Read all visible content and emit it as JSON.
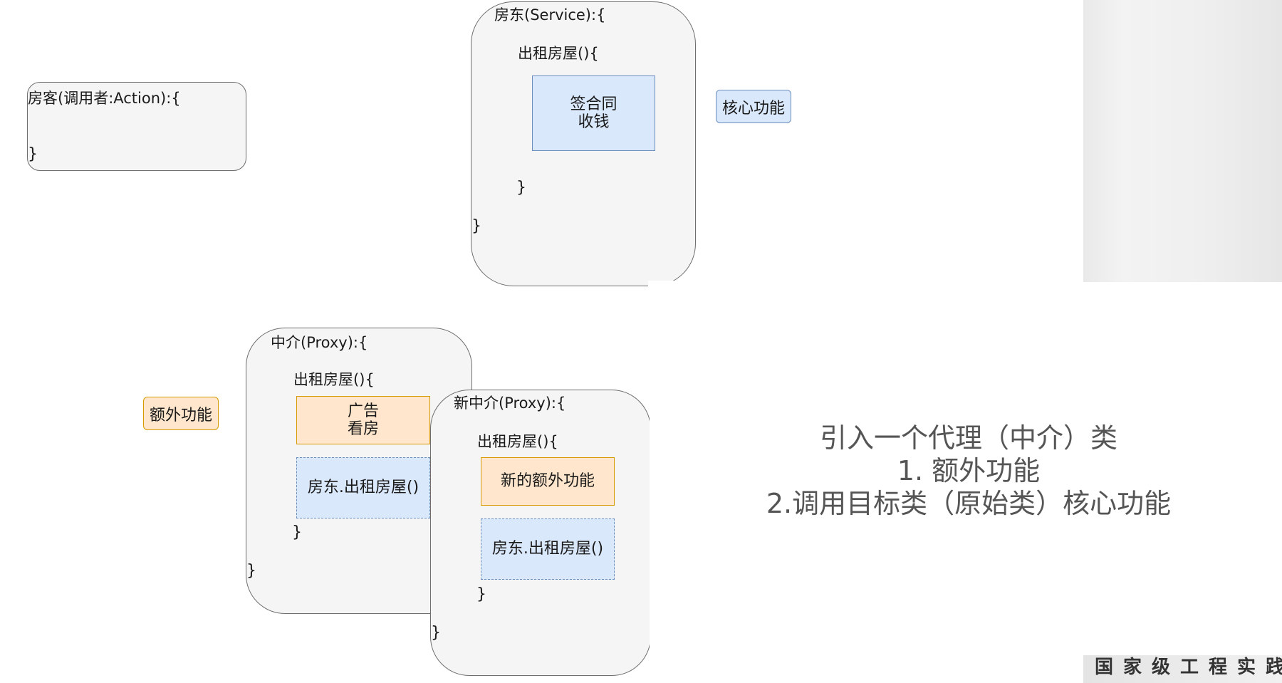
{
  "tenant": {
    "header": "房客(调用者:Action):{",
    "close": "}"
  },
  "landlord": {
    "header": "房东(Service):{",
    "method": "出租房屋(){",
    "core_box": [
      "签合同",
      "收钱"
    ],
    "method_close": "}",
    "close": "}"
  },
  "core_tag": "核心功能",
  "agent": {
    "header": "中介(Proxy):{",
    "method": "出租房屋(){",
    "extra_box": [
      "广告",
      "看房"
    ],
    "call_box": "房东.出租房屋()",
    "method_close": "}",
    "close": "}"
  },
  "new_agent": {
    "header": "新中介(Proxy):{",
    "method": "出租房屋(){",
    "extra_box": "新的额外功能",
    "call_box": "房东.出租房屋()",
    "method_close": "}",
    "close": "}"
  },
  "extra_tag": "额外功能",
  "caption": {
    "line1": "引入一个代理（中介）类",
    "line2": "1. 额外功能",
    "line3": "2.调用目标类（原始类）核心功能"
  },
  "footer_text": "国家级工程实践",
  "colors": {
    "blue_fill": "#dae8fc",
    "blue_stroke": "#6c8ebf",
    "orange_fill": "#ffe6cc",
    "orange_stroke": "#d79b00",
    "container_fill": "#f5f5f5"
  }
}
